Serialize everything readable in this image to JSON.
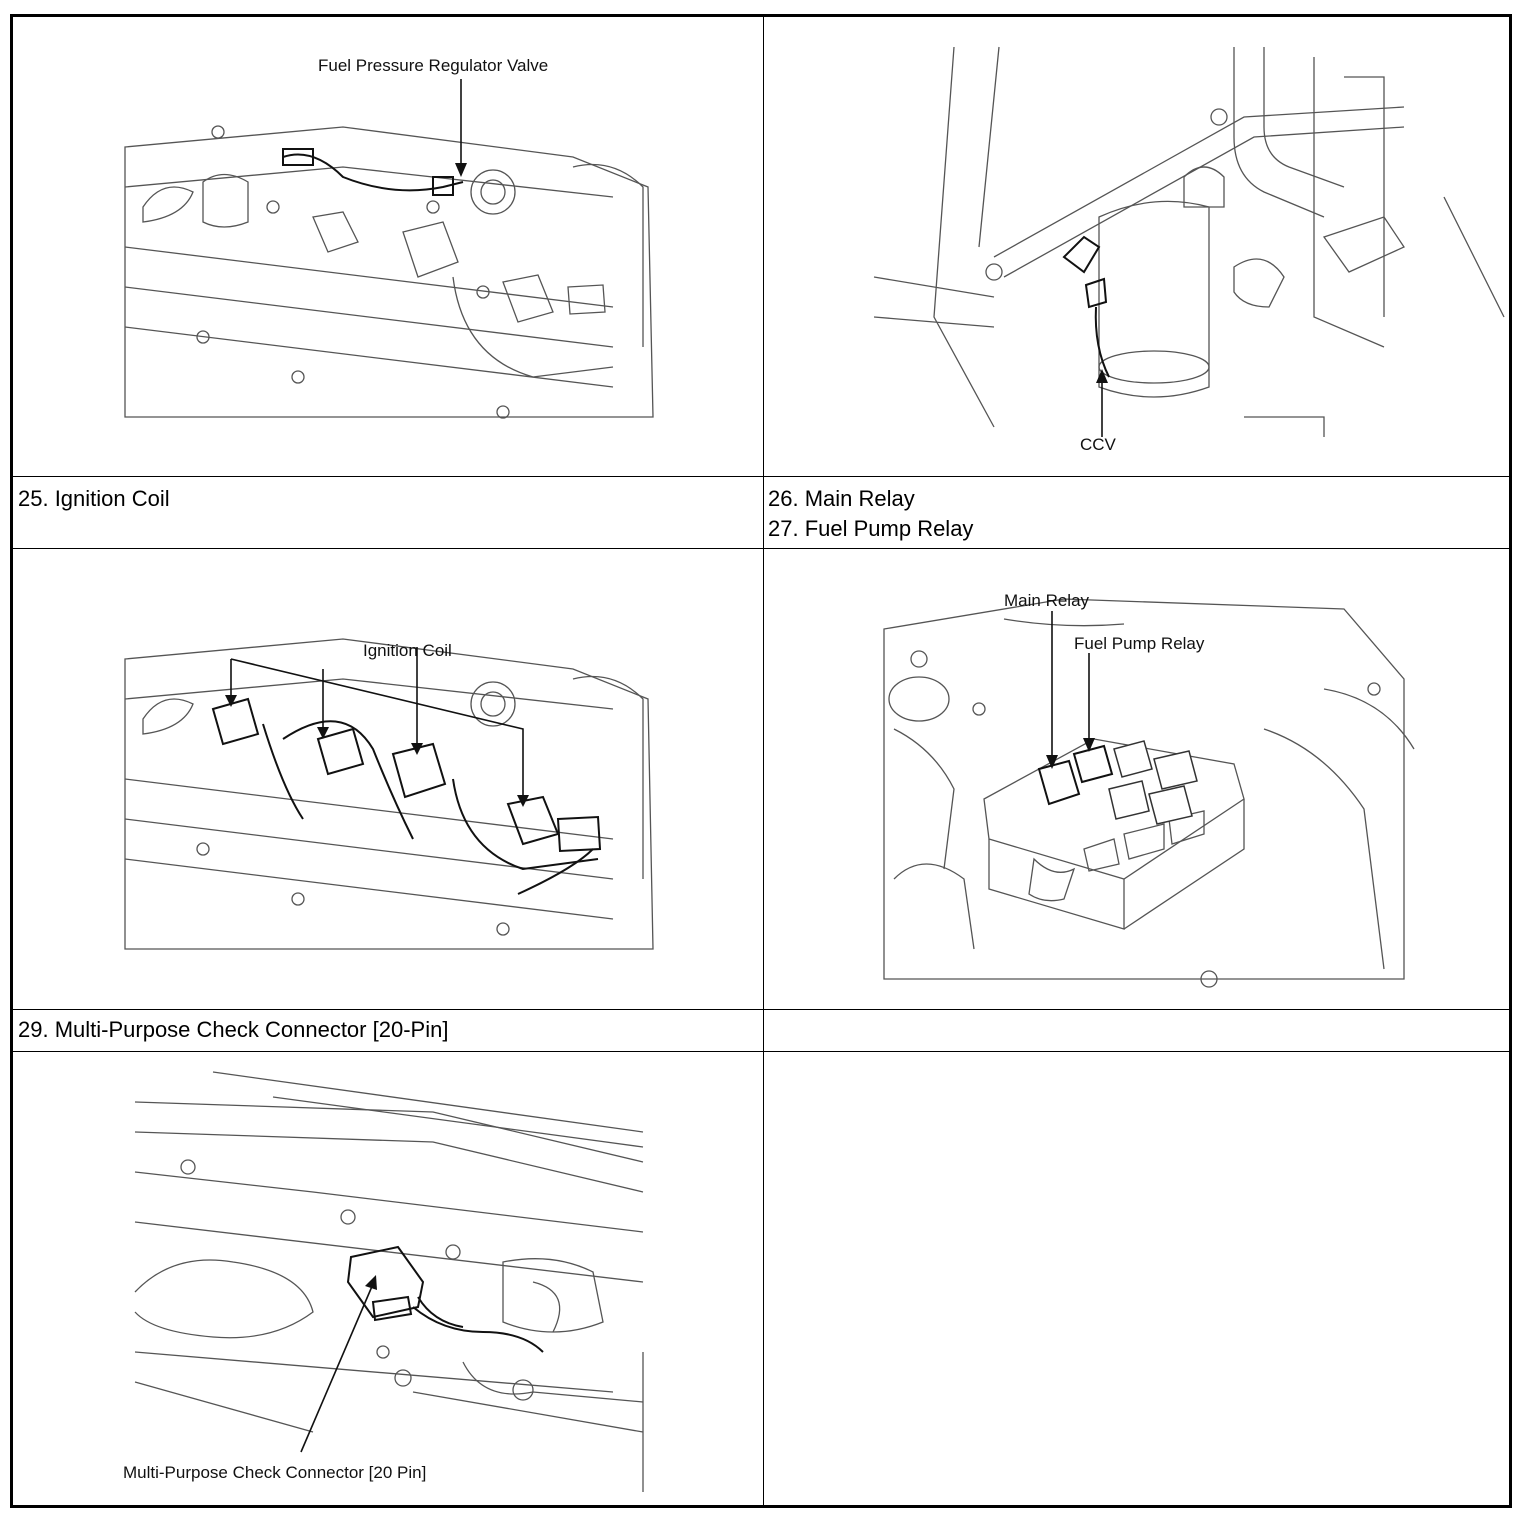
{
  "figures": {
    "fuel_pressure_regulator": {
      "callout": "Fuel Pressure Regulator Valve"
    },
    "ccv": {
      "callout": "CCV"
    },
    "ignition_coil": {
      "callout": "Ignition Coil"
    },
    "relays": {
      "callout_main": "Main Relay",
      "callout_pump": "Fuel Pump Relay"
    },
    "check_connector": {
      "callout": "Multi-Purpose Check Connector [20 Pin]"
    }
  },
  "captions": {
    "item_25": "25. Ignition Coil",
    "item_26": "26. Main Relay",
    "item_27": "27. Fuel Pump Relay",
    "item_29": "29. Multi-Purpose Check Connector [20-Pin]"
  }
}
